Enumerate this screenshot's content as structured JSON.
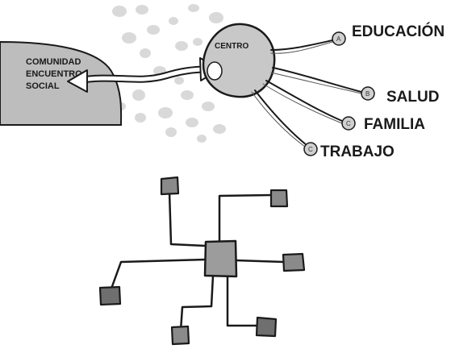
{
  "top_diagram": {
    "community_label": [
      "COMUNIDAD",
      "ENCUENTRO",
      "SOCIAL"
    ],
    "center_label": "CENTRO",
    "branches": [
      {
        "badge": "A",
        "label": "EDUCACIÓN"
      },
      {
        "badge": "B",
        "label": "SALUD"
      },
      {
        "badge": "C",
        "label": "FAMILIA"
      },
      {
        "badge": "C",
        "label": "TRABAJO"
      }
    ]
  },
  "bottom_diagram": {
    "hub": "central-square",
    "node_count": 6
  },
  "colors": {
    "stroke": "#1a1a1a",
    "shape_fill": "#b5b5b5",
    "hub_fill": "#9c9c9c",
    "node_fill": "#7a7a7a",
    "dots": "#d6d6d6",
    "background": "#ffffff"
  }
}
